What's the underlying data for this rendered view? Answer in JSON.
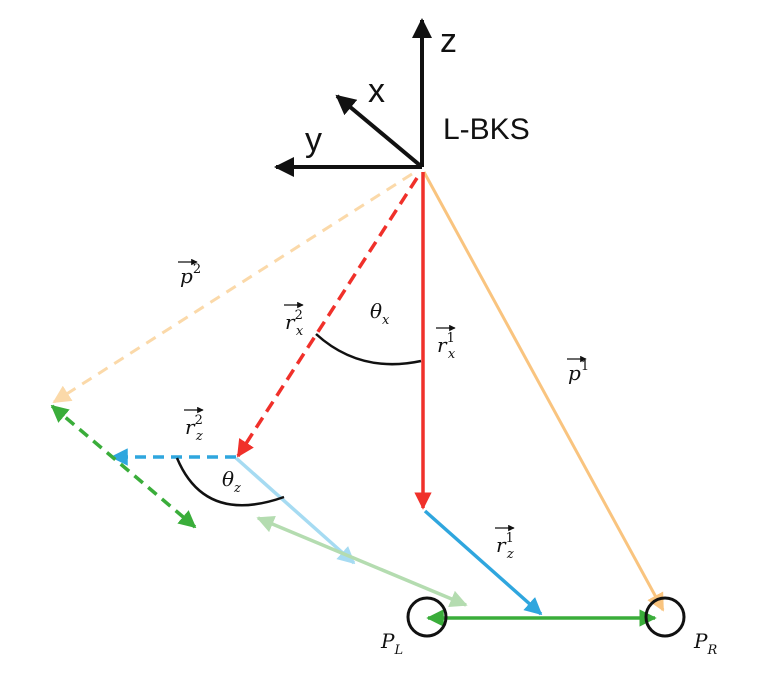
{
  "frame": {
    "axes": {
      "z": "z",
      "x": "x",
      "y": "y"
    },
    "name": "L-BKS"
  },
  "vectors": {
    "p1": {
      "base": "p",
      "sup": "1"
    },
    "p2": {
      "base": "p",
      "sup": "2"
    },
    "rx1": {
      "base": "r",
      "sub": "x",
      "sup": "1"
    },
    "rx2": {
      "base": "r",
      "sub": "x",
      "sup": "2"
    },
    "rz1": {
      "base": "r",
      "sub": "z",
      "sup": "1"
    },
    "rz2": {
      "base": "r",
      "sub": "z",
      "sup": "2"
    }
  },
  "angles": {
    "theta_x": {
      "base": "θ",
      "sub": "x"
    },
    "theta_z": {
      "base": "θ",
      "sub": "z"
    }
  },
  "points": {
    "PL": {
      "base": "P",
      "sub": "L"
    },
    "PR": {
      "base": "P",
      "sub": "R"
    }
  },
  "colors": {
    "axis": "#111111",
    "red": "#f0302a",
    "orange": "#f9c47f",
    "orange_light": "#fbd9a9",
    "blue": "#2fa6de",
    "blue_light": "#a6dbf2",
    "green": "#3aad3a",
    "green_light": "#b4dcb0",
    "angle_arc": "#111111"
  }
}
